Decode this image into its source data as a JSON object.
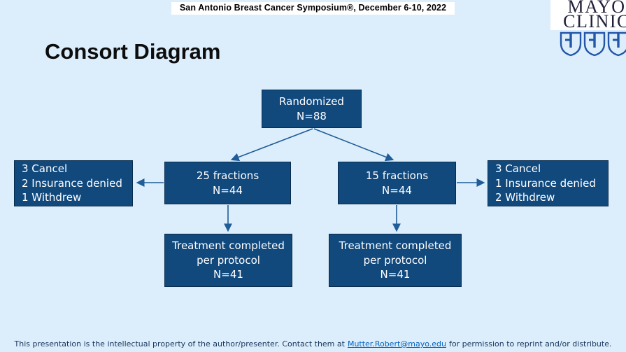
{
  "page": {
    "background": "#DCEEFB"
  },
  "header": {
    "symposium": "San Antonio Breast Cancer Symposium®, December 6-10, 2022"
  },
  "logo": {
    "line1": "MAYO",
    "line2": "CLINIC",
    "shield_color": "#2456A8",
    "wordmark_color": "#22223A"
  },
  "title": "Consort Diagram",
  "diagram": {
    "box_fill": "#11497D",
    "box_border": "#092C4D",
    "arrow_color": "#1F5C98",
    "randomized": {
      "line1": "Randomized",
      "line2": "N=88"
    },
    "arm_left": {
      "line1": "25 fractions",
      "line2": "N=44"
    },
    "arm_right": {
      "line1": "15 fractions",
      "line2": "N=44"
    },
    "dropout_left": {
      "lines": [
        "3 Cancel",
        "2 Insurance denied",
        "1 Withdrew"
      ]
    },
    "dropout_right": {
      "lines": [
        "3 Cancel",
        "1 Insurance denied",
        "2 Withdrew"
      ]
    },
    "completed_left": {
      "line1": "Treatment completed",
      "line2": "per protocol",
      "line3": "N=41"
    },
    "completed_right": {
      "line1": "Treatment completed",
      "line2": "per protocol",
      "line3": "N=41"
    }
  },
  "footer": {
    "prefix": "This presentation is the intellectual property of the author/presenter. Contact them at",
    "link": "Mutter.Robert@mayo.edu",
    "suffix": "for permission to reprint and/or distribute."
  }
}
